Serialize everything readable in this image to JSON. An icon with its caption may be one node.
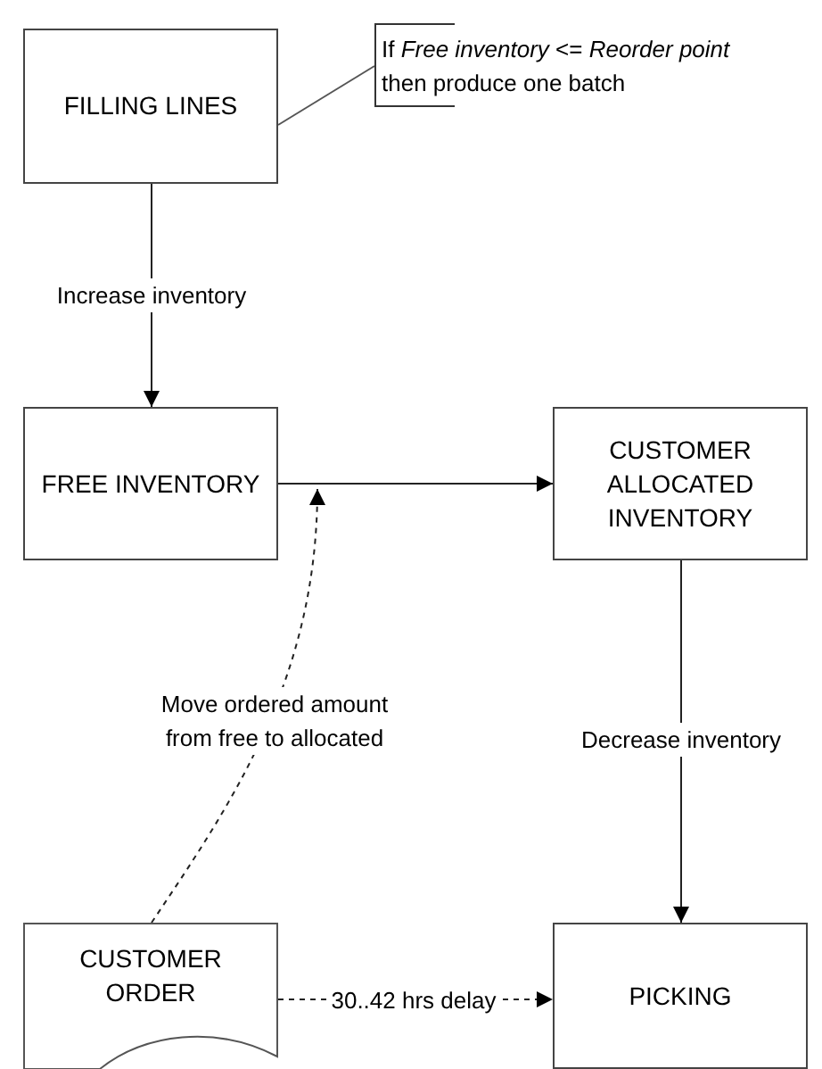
{
  "diagram": {
    "nodes": [
      {
        "text": [
          "FILLING LINES"
        ]
      },
      {
        "text": [
          "If *Free inventory* <= *Reorder point* then produce one batch"
        ]
      },
      {
        "text": [
          "FREE INVENTORY"
        ]
      },
      {
        "text": [
          "CUSTOMER ALLOCATED INVENTORY"
        ]
      },
      {
        "text": [
          "CUSTOMER ORDER"
        ]
      },
      {
        "text": [
          "PICKING"
        ]
      }
    ],
    "edges": [
      {
        "from": 0,
        "to": 1,
        "arrow": "none"
      },
      {
        "from": 0,
        "to": 2,
        "arrow": "to",
        "label": "Increase inventory"
      },
      {
        "from": 2,
        "to": 3,
        "arrow": "to"
      },
      {
        "from": 3,
        "to": 5,
        "arrow": "to",
        "label": "Decrease inventory"
      },
      {
        "from": 4,
        "to": 2,
        "arrow": "to",
        "style": "dashed",
        "label": "Move ordered amount from free to allocated"
      },
      {
        "from": 4,
        "to": 5,
        "arrow": "to",
        "style": "dashed",
        "label": "30..42 hrs delay"
      }
    ]
  }
}
